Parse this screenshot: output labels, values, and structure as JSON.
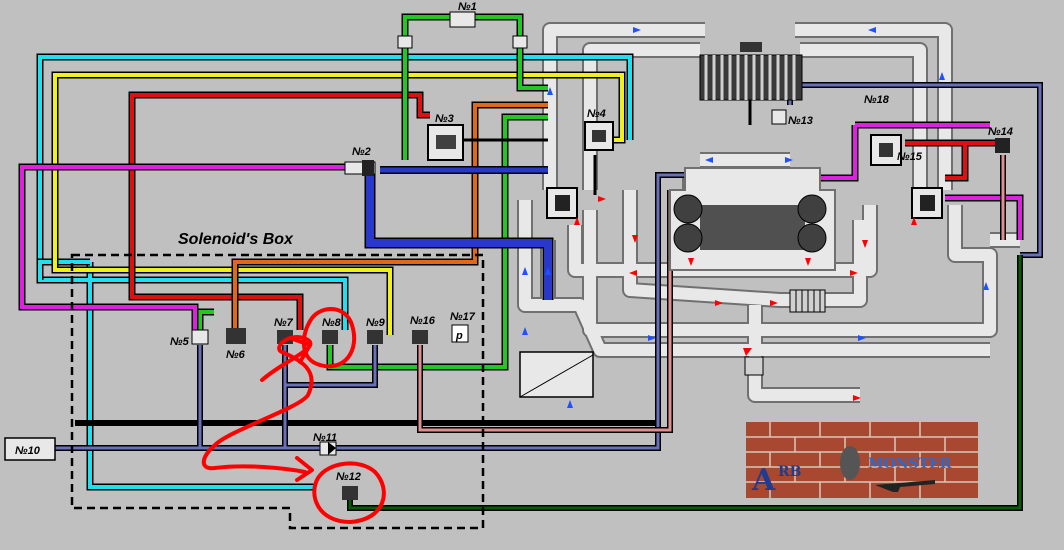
{
  "diagram": {
    "title": "Solenoid's Box",
    "labels": {
      "n1": "№1",
      "n2": "№2",
      "n3": "№3",
      "n4": "№4",
      "n5": "№5",
      "n6": "№6",
      "n7": "№7",
      "n8": "№8",
      "n9": "№9",
      "n10": "№10",
      "n11": "№11",
      "n12": "№12",
      "n13": "№13",
      "n14": "№14",
      "n15": "№15",
      "n16": "№16",
      "n17": "№17",
      "n18": "№18",
      "p": "p"
    },
    "logo": {
      "first": "A",
      "part1": "RB",
      "part2": "MONSTER"
    },
    "colors": {
      "background": "#c0c0c0",
      "duct": "#e8e8e8",
      "duct_border": "#707070",
      "green": "#22c822",
      "red": "#e01010",
      "cyan": "#20e0f0",
      "yellow": "#f0f020",
      "magenta": "#e020e0",
      "orange": "#e06818",
      "blue": "#2838c8",
      "slate": "#6870b8",
      "dark_green": "#0a5a0a",
      "pink": "#e09090",
      "annotation": "#ff0000",
      "arrow_red": "#ff0000",
      "arrow_blue": "#2050ff"
    }
  }
}
